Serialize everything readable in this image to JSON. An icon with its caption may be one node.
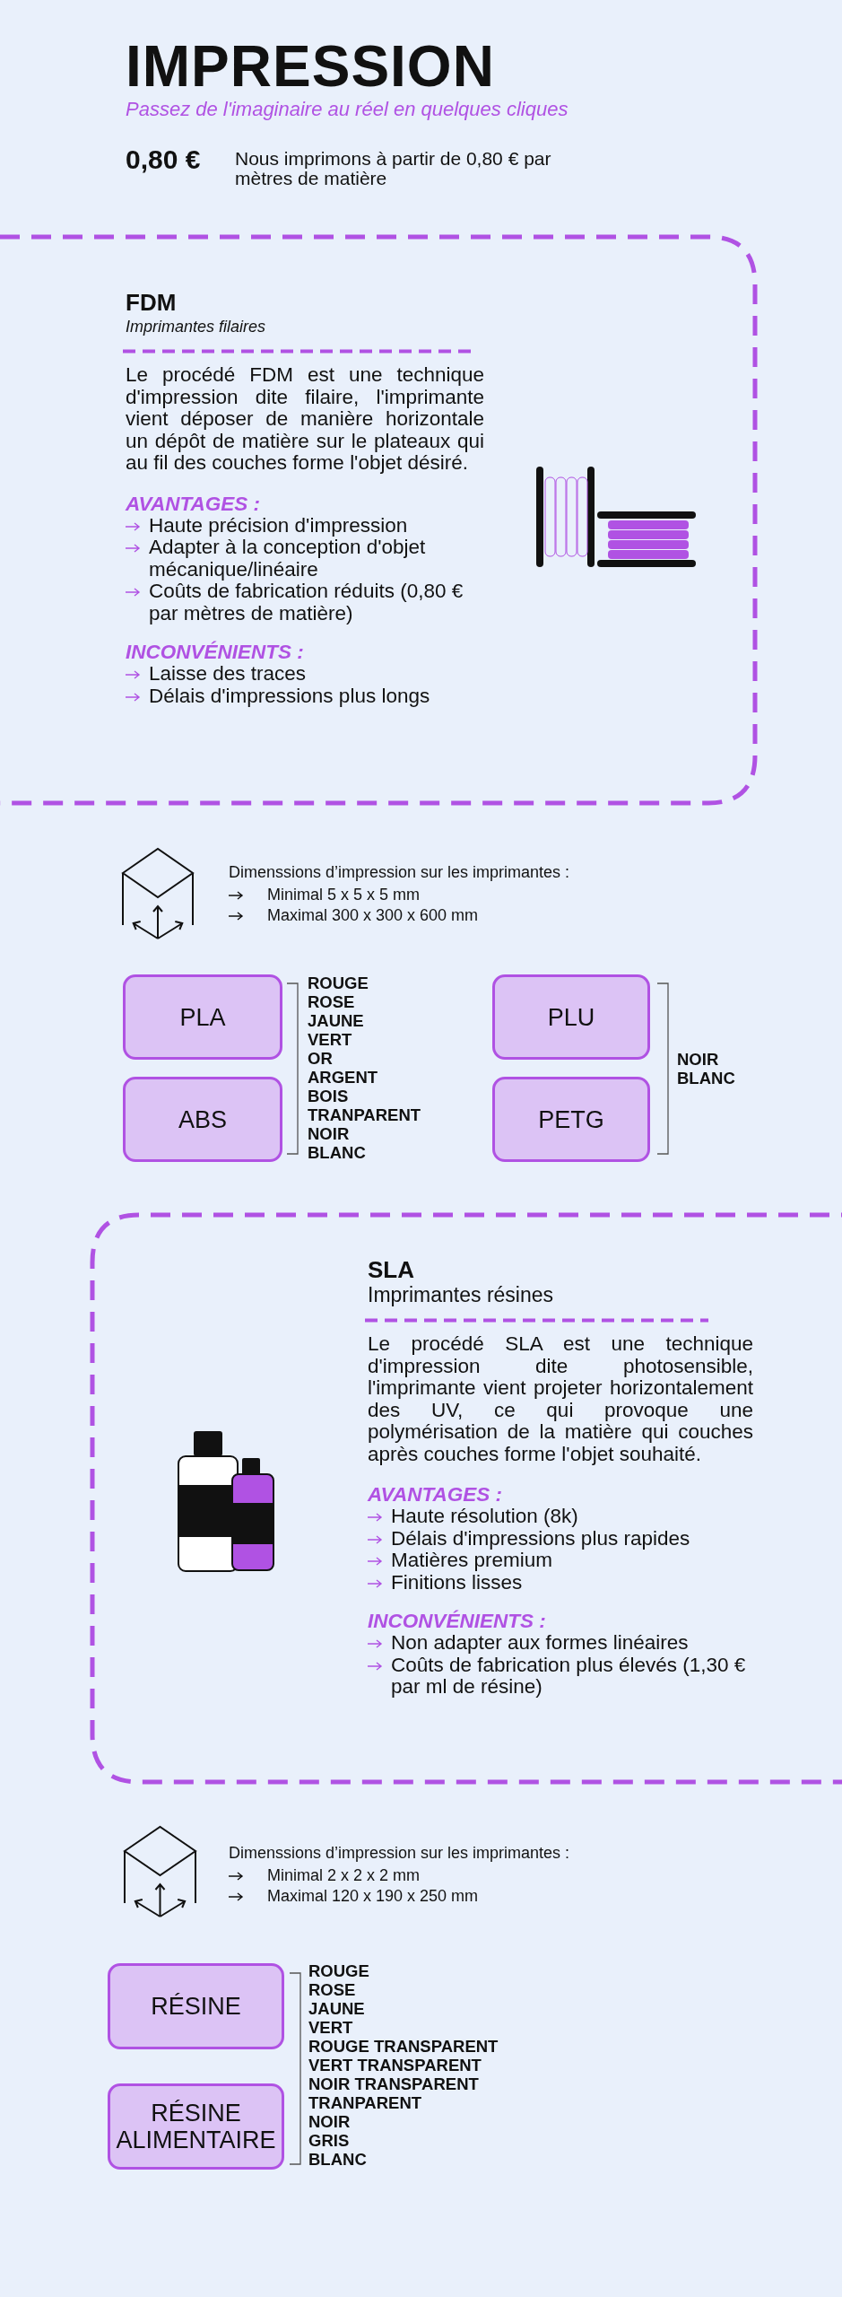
{
  "diagram": {
    "title": "IMPRESSION",
    "nodes": [
      {
        "text": [
          "FDM",
          "Imprimantes filaires",
          "Le procédé FDM est une technique d'impression dite filaire, l'imprimante vient déposer de manière horizontale un dépôt de matière sur le plateaux qui au fil des couches forme l'objet désiré.",
          "AVANTAGES :",
          "Haute précision d'impression",
          "Adapter à la conception d'objet mécanique/linéaire",
          "Coûts de fabrication réduits (0,80 € par mètres de matière)",
          "INCONVÉNIENTS :",
          "Laisse des traces",
          "Délais d'impressions plus longs"
        ]
      },
      {
        "text": [
          "PLA"
        ]
      },
      {
        "text": [
          "ABS"
        ]
      },
      {
        "text": [
          "PLU"
        ]
      },
      {
        "text": [
          "PETG"
        ]
      },
      {
        "text": [
          "SLA",
          "Imprimantes résines",
          "Le procédé SLA est une technique d'impression dite photosensible, l'imprimante vient projeter horizontalement des UV, ce qui provoque une polymérisation de la matière qui couches après couches forme l'objet souhaité.",
          "AVANTAGES :",
          "Haute résolution (8k)",
          "Délais d'impressions plus rapides",
          "Matières premium",
          "Finitions lisses",
          "INCONVÉNIENTS :",
          "Non adapter aux formes linéaires",
          "Coûts de fabrication plus élevés (1,30 € par ml de résine)"
        ]
      },
      {
        "text": [
          "RÉSINE"
        ]
      },
      {
        "text": [
          "RÉSINE ALIMENTAIRE"
        ]
      }
    ],
    "labels": [
      "Passez de l'imaginaire au réel en quelques cliques",
      "0,80 €",
      "Nous imprimons à partir de 0,80 € par mètres de matière",
      "Dimenssions d’impression sur les imprimantes :",
      "Minimal 5 x 5 x 5 mm",
      "Maximal 300 x 300 x 600 mm",
      "ROUGE",
      "ROSE",
      "JAUNE",
      "VERT",
      "OR",
      "ARGENT",
      "BOIS",
      "TRANPARENT",
      "NOIR",
      "BLANC",
      "NOIR",
      "BLANC",
      "Dimenssions d’impression sur les imprimantes :",
      "Minimal 2 x 2 x 2 mm",
      "Maximal 120 x 190 x 250 mm",
      "ROUGE",
      "ROSE",
      "JAUNE",
      "VERT",
      "ROUGE TRANSPARENT",
      "VERT TRANSPARENT",
      "NOIR TRANSPARENT",
      "TRANPARENT",
      "NOIR",
      "GRIS",
      "BLANC"
    ]
  }
}
